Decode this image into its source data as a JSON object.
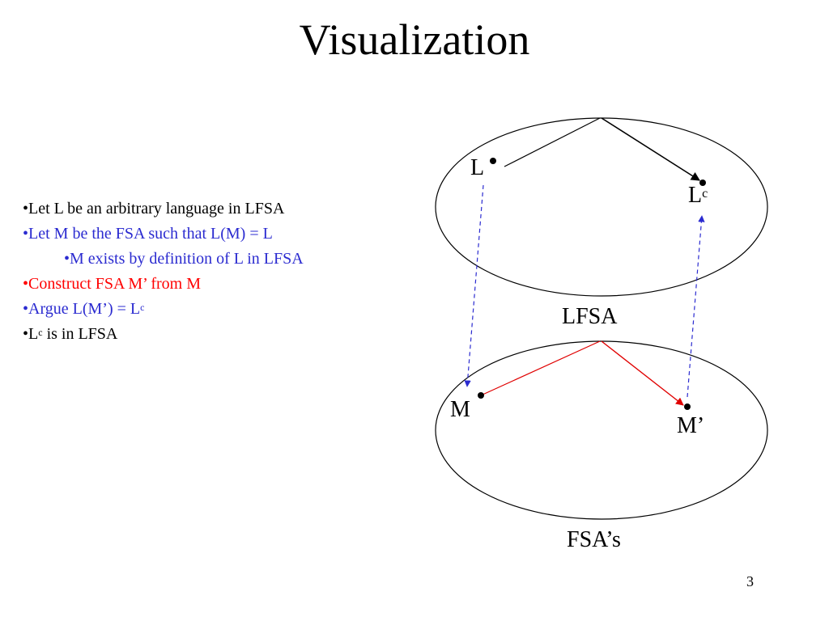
{
  "title": "Visualization",
  "bullets": [
    {
      "id": "b1",
      "prefix": "•",
      "text": "Let L be an arbitrary language in LFSA",
      "sup": "",
      "suffix": "",
      "color": "#000000",
      "level": 1
    },
    {
      "id": "b2",
      "prefix": "•",
      "text": "Let M be the FSA such that L(M) = L",
      "sup": "",
      "suffix": "",
      "color": "#2b2bd0",
      "level": 1
    },
    {
      "id": "b3",
      "prefix": "•",
      "text": "M exists by definition of L in LFSA",
      "sup": "",
      "suffix": "",
      "color": "#2b2bd0",
      "level": 2
    },
    {
      "id": "b4",
      "prefix": "•",
      "text": "Construct FSA M’ from M",
      "sup": "",
      "suffix": "",
      "color": "#ff0000",
      "level": 1
    },
    {
      "id": "b5",
      "prefix": "•",
      "text": "Argue L(M’) = L",
      "sup": "c",
      "suffix": "",
      "color": "#2b2bd0",
      "level": 1
    },
    {
      "id": "b6",
      "prefix": "•",
      "text": "L",
      "sup": "c",
      "suffix": " is in LFSA",
      "color": "#000000",
      "level": 1
    }
  ],
  "diagram": {
    "sets": {
      "upper": {
        "label": "LFSA"
      },
      "lower": {
        "label": "FSA’s"
      }
    },
    "nodes": {
      "L": {
        "label": "L",
        "sup": ""
      },
      "Lc": {
        "label": "L",
        "sup": "c"
      },
      "M": {
        "label": "M",
        "sup": ""
      },
      "Mprime": {
        "label": "M’",
        "sup": ""
      }
    },
    "colors": {
      "outline": "#000000",
      "construction_arrow": "#e00000",
      "correspondence_arrow": "#2b2bd0"
    }
  },
  "page_number": "3"
}
